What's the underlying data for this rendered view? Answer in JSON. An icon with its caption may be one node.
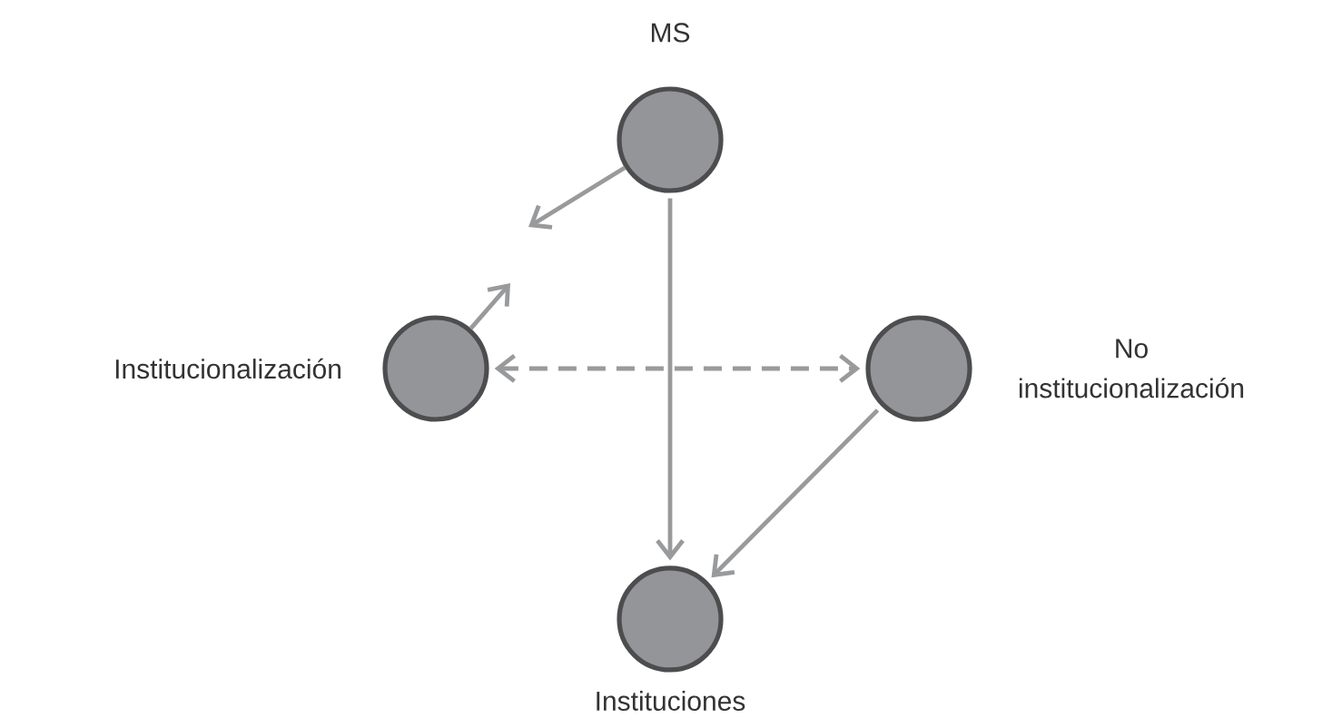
{
  "diagram": {
    "nodes": [
      {
        "text": [],
        "shape": "circle",
        "beside": [
          "MS"
        ]
      },
      {
        "text": [],
        "shape": "circle",
        "beside": [
          "Institucionalización"
        ]
      },
      {
        "text": [],
        "shape": "circle",
        "beside": [
          "No institucionalización"
        ]
      },
      {
        "text": [],
        "shape": "circle",
        "beside": [
          "Instituciones"
        ]
      }
    ],
    "edges": [
      {
        "from": 0,
        "to": null,
        "arrow": "to"
      },
      {
        "from": 1,
        "to": null,
        "arrow": "to"
      },
      {
        "from": 1,
        "to": 2,
        "arrow": "both",
        "style": "dashed"
      },
      {
        "from": 0,
        "to": 3,
        "arrow": "to"
      },
      {
        "from": 2,
        "to": 3,
        "arrow": "to"
      }
    ]
  }
}
